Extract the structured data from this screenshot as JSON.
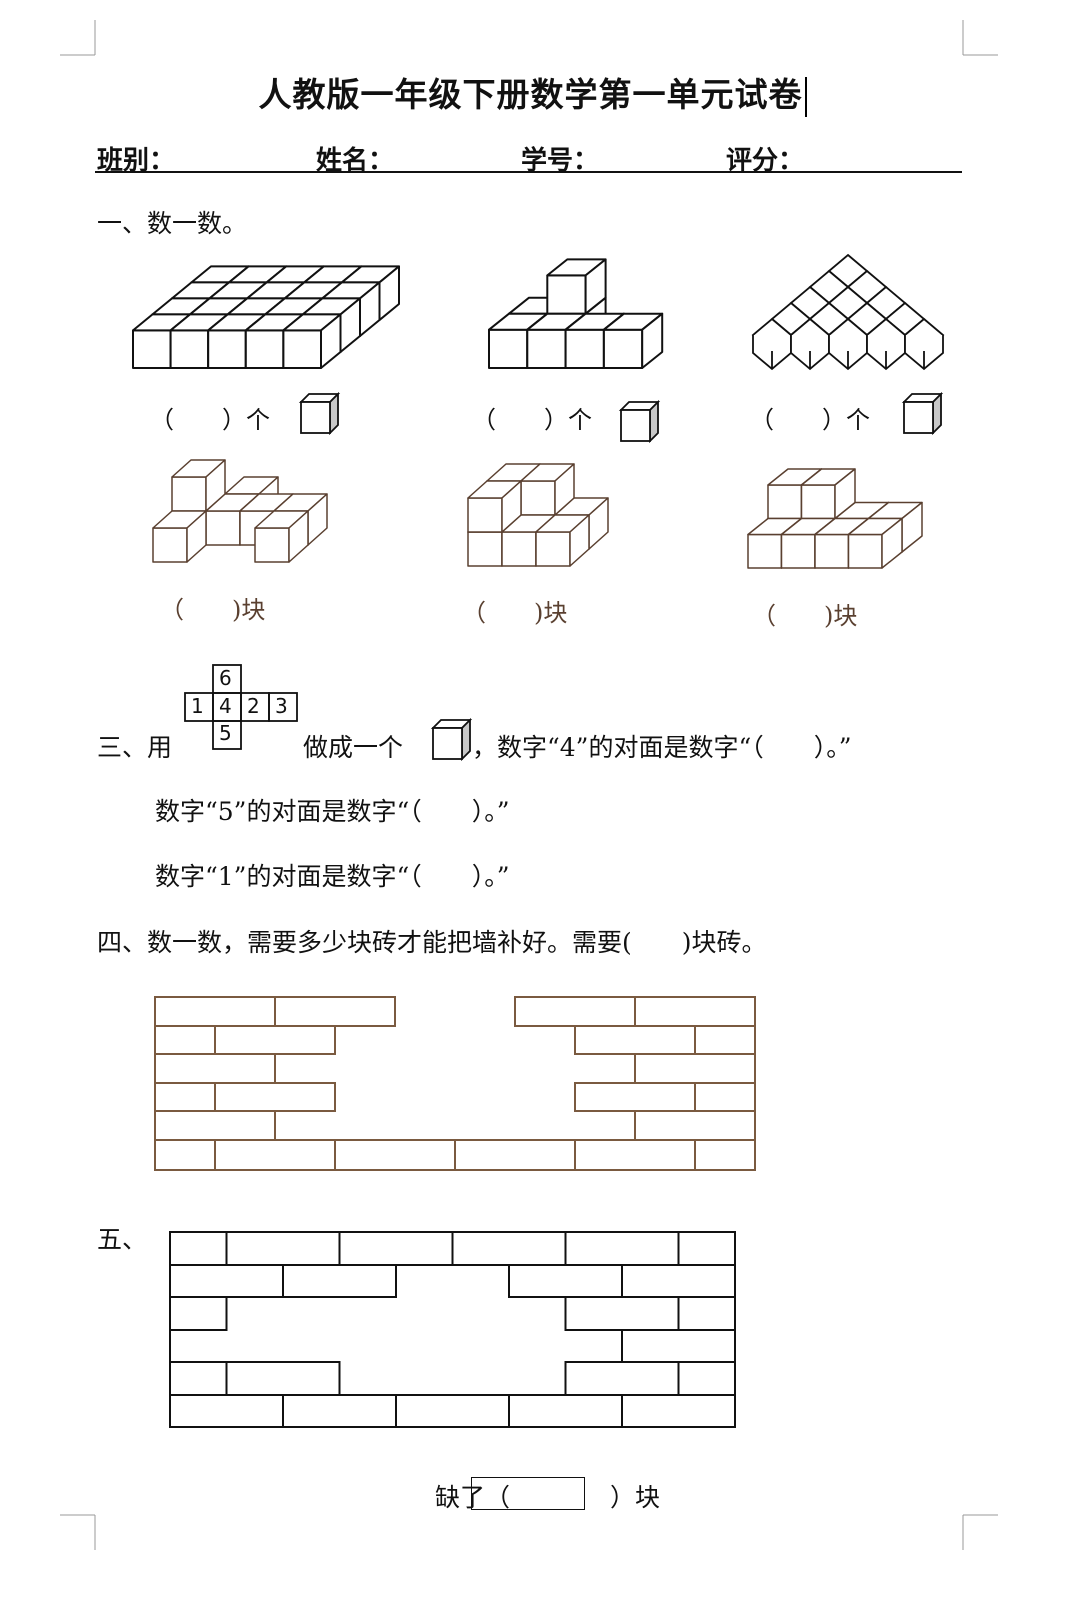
{
  "title": "人教版一年级下册数学第一单元试卷",
  "header": {
    "class_label": "班别：",
    "name_label": "姓名：",
    "id_label": "学号：",
    "score_label": "评分："
  },
  "section1": {
    "heading": "一、数一数。",
    "count_labels": [
      "（　　）个",
      "（　　）个",
      "（　　）个"
    ],
    "block_labels": [
      "（　　)块",
      "（　　)块",
      "（　　)块"
    ]
  },
  "section3": {
    "prefix": "三、用",
    "net_numbers": [
      "6",
      "1",
      "4",
      "2",
      "3",
      "5"
    ],
    "middle": "做成一个",
    "line1_tail": "，数字“4”的对面是数字“（　　）。”",
    "line2": "数字“5”的对面是数字“（　　）。”",
    "line3": "数字“1”的对面是数字“（　　）。”"
  },
  "section4": {
    "text": "四、数一数，需要多少块砖才能把墙补好。需要(　　)块砖。"
  },
  "section5": {
    "heading": "五、",
    "answer_prefix": "缺了（",
    "answer_suffix": "）块"
  },
  "colors": {
    "ink": "#111111",
    "brick": "#7a5a40",
    "print": "#5a4030",
    "shade": "#c8c8c8"
  }
}
